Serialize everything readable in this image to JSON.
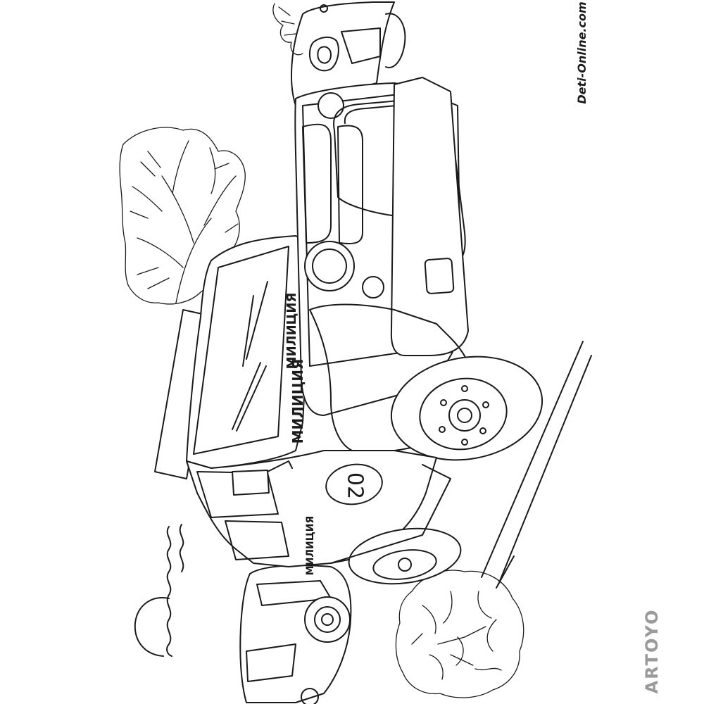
{
  "watermark_site": "Deti-Online.com",
  "watermark_brand": "ARTOYO",
  "vehicle": {
    "side_text": "МИЛИЦИЯ",
    "hood_text": "МИЛИЦИЯ",
    "unit_number": "02"
  },
  "colors": {
    "line": "#1a1a1a",
    "background": "#ffffff",
    "brand_accent": "#2f8fd8"
  }
}
